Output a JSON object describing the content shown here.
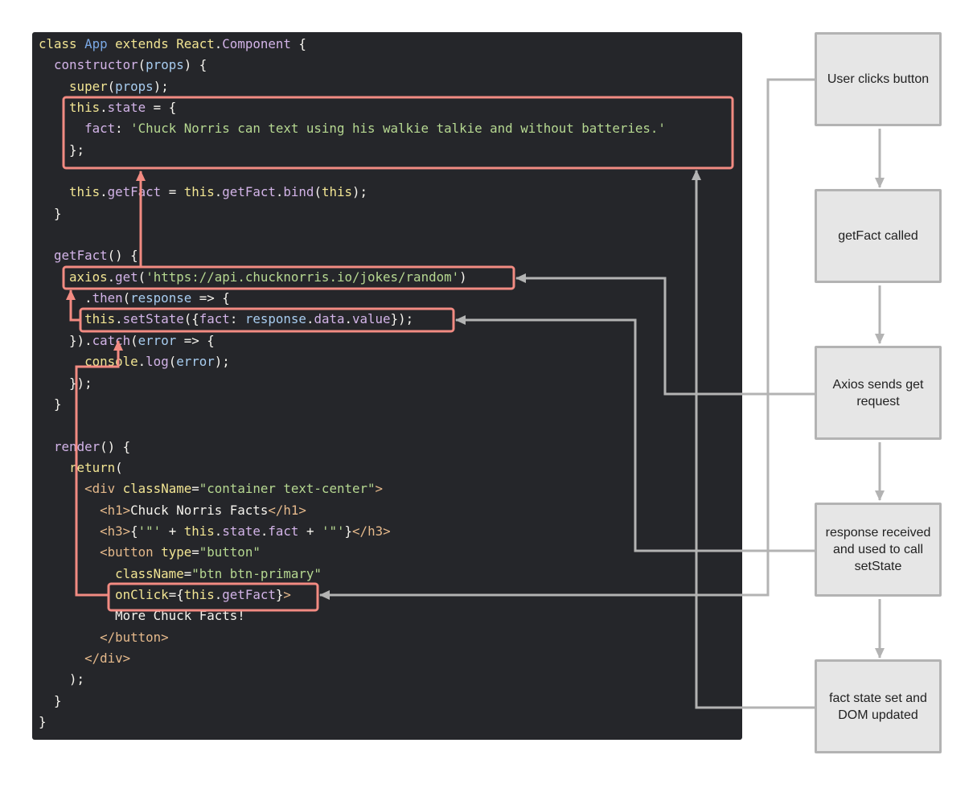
{
  "code": {
    "lines": [
      [
        [
          "keyword",
          "class "
        ],
        [
          "class",
          "App "
        ],
        [
          "keyword",
          "extends "
        ],
        [
          "keyword",
          "React"
        ],
        [
          "plain",
          "."
        ],
        [
          "prop",
          "Component "
        ],
        [
          "plain",
          "{"
        ]
      ],
      [
        [
          "plain",
          "  "
        ],
        [
          "prop",
          "constructor"
        ],
        [
          "plain",
          "("
        ],
        [
          "param",
          "props"
        ],
        [
          "plain",
          ") {"
        ]
      ],
      [
        [
          "plain",
          "    "
        ],
        [
          "keyword",
          "super"
        ],
        [
          "plain",
          "("
        ],
        [
          "param",
          "props"
        ],
        [
          "plain",
          ");"
        ]
      ],
      [
        [
          "plain",
          "    "
        ],
        [
          "keyword",
          "this"
        ],
        [
          "plain",
          "."
        ],
        [
          "prop",
          "state"
        ],
        [
          "plain",
          " = {"
        ]
      ],
      [
        [
          "plain",
          "      "
        ],
        [
          "prop",
          "fact"
        ],
        [
          "plain",
          ": "
        ],
        [
          "string",
          "'Chuck Norris can text using his walkie talkie and without batteries.'"
        ]
      ],
      [
        [
          "plain",
          "    };"
        ]
      ],
      [
        [
          "plain",
          ""
        ]
      ],
      [
        [
          "plain",
          "    "
        ],
        [
          "keyword",
          "this"
        ],
        [
          "plain",
          "."
        ],
        [
          "prop",
          "getFact"
        ],
        [
          "plain",
          " = "
        ],
        [
          "keyword",
          "this"
        ],
        [
          "plain",
          "."
        ],
        [
          "prop",
          "getFact"
        ],
        [
          "plain",
          "."
        ],
        [
          "prop",
          "bind"
        ],
        [
          "plain",
          "("
        ],
        [
          "keyword",
          "this"
        ],
        [
          "plain",
          ");"
        ]
      ],
      [
        [
          "plain",
          "  }"
        ]
      ],
      [
        [
          "plain",
          ""
        ]
      ],
      [
        [
          "plain",
          "  "
        ],
        [
          "prop",
          "getFact"
        ],
        [
          "plain",
          "() {"
        ]
      ],
      [
        [
          "plain",
          "    "
        ],
        [
          "keyword",
          "axios"
        ],
        [
          "plain",
          "."
        ],
        [
          "prop",
          "get"
        ],
        [
          "plain",
          "("
        ],
        [
          "string",
          "'https://api.chucknorris.io/jokes/random'"
        ],
        [
          "plain",
          ")"
        ]
      ],
      [
        [
          "plain",
          "      ."
        ],
        [
          "prop",
          "then"
        ],
        [
          "plain",
          "("
        ],
        [
          "param",
          "response"
        ],
        [
          "plain",
          " => {"
        ]
      ],
      [
        [
          "plain",
          "      "
        ],
        [
          "keyword",
          "this"
        ],
        [
          "plain",
          "."
        ],
        [
          "prop",
          "setState"
        ],
        [
          "plain",
          "({"
        ],
        [
          "prop",
          "fact"
        ],
        [
          "plain",
          ": "
        ],
        [
          "param",
          "response"
        ],
        [
          "plain",
          "."
        ],
        [
          "prop",
          "data"
        ],
        [
          "plain",
          "."
        ],
        [
          "prop",
          "value"
        ],
        [
          "plain",
          "});"
        ]
      ],
      [
        [
          "plain",
          "    })."
        ],
        [
          "prop",
          "catch"
        ],
        [
          "plain",
          "("
        ],
        [
          "param",
          "error"
        ],
        [
          "plain",
          " => {"
        ]
      ],
      [
        [
          "plain",
          "      "
        ],
        [
          "keyword",
          "console"
        ],
        [
          "plain",
          "."
        ],
        [
          "prop",
          "log"
        ],
        [
          "plain",
          "("
        ],
        [
          "param",
          "error"
        ],
        [
          "plain",
          ");"
        ]
      ],
      [
        [
          "plain",
          "    });"
        ]
      ],
      [
        [
          "plain",
          "  }"
        ]
      ],
      [
        [
          "plain",
          ""
        ]
      ],
      [
        [
          "plain",
          "  "
        ],
        [
          "prop",
          "render"
        ],
        [
          "plain",
          "() {"
        ]
      ],
      [
        [
          "plain",
          "    "
        ],
        [
          "keyword",
          "return"
        ],
        [
          "plain",
          "("
        ]
      ],
      [
        [
          "plain",
          "      "
        ],
        [
          "tag",
          "<div "
        ],
        [
          "attr",
          "className"
        ],
        [
          "plain",
          "="
        ],
        [
          "string",
          "\"container text-center\""
        ],
        [
          "tag",
          ">"
        ]
      ],
      [
        [
          "plain",
          "        "
        ],
        [
          "tag",
          "<h1>"
        ],
        [
          "plain",
          "Chuck Norris Facts"
        ],
        [
          "tag",
          "</h1>"
        ]
      ],
      [
        [
          "plain",
          "        "
        ],
        [
          "tag",
          "<h3>"
        ],
        [
          "plain",
          "{"
        ],
        [
          "string",
          "'\"'"
        ],
        [
          "plain",
          " + "
        ],
        [
          "keyword",
          "this"
        ],
        [
          "plain",
          "."
        ],
        [
          "prop",
          "state"
        ],
        [
          "plain",
          "."
        ],
        [
          "prop",
          "fact"
        ],
        [
          "plain",
          " + "
        ],
        [
          "string",
          "'\"'"
        ],
        [
          "plain",
          "}"
        ],
        [
          "tag",
          "</h3>"
        ]
      ],
      [
        [
          "plain",
          "        "
        ],
        [
          "tag",
          "<button "
        ],
        [
          "attr",
          "type"
        ],
        [
          "plain",
          "="
        ],
        [
          "string",
          "\"button\""
        ]
      ],
      [
        [
          "plain",
          "          "
        ],
        [
          "attr",
          "className"
        ],
        [
          "plain",
          "="
        ],
        [
          "string",
          "\"btn btn-primary\""
        ]
      ],
      [
        [
          "plain",
          "          "
        ],
        [
          "attr",
          "onClick"
        ],
        [
          "plain",
          "={"
        ],
        [
          "keyword",
          "this"
        ],
        [
          "plain",
          "."
        ],
        [
          "prop",
          "getFact"
        ],
        [
          "plain",
          "}"
        ],
        [
          "tag",
          ">"
        ]
      ],
      [
        [
          "plain",
          "          More Chuck Facts!"
        ]
      ],
      [
        [
          "plain",
          "        "
        ],
        [
          "tag",
          "</button>"
        ]
      ],
      [
        [
          "plain",
          "      "
        ],
        [
          "tag",
          "</div>"
        ]
      ],
      [
        [
          "plain",
          "    );"
        ]
      ],
      [
        [
          "plain",
          "  }"
        ]
      ],
      [
        [
          "plain",
          "}"
        ]
      ]
    ]
  },
  "flow": {
    "steps": [
      {
        "label": "User clicks button"
      },
      {
        "label": "getFact called"
      },
      {
        "label": "Axios sends get request"
      },
      {
        "label": "response received and used to call setState"
      },
      {
        "label": "fact state set and DOM updated"
      }
    ]
  },
  "colors": {
    "highlight": "#f28b82",
    "connector": "#b3b3b3",
    "code_background": "#25262a",
    "box_fill": "#e6e6e6"
  }
}
